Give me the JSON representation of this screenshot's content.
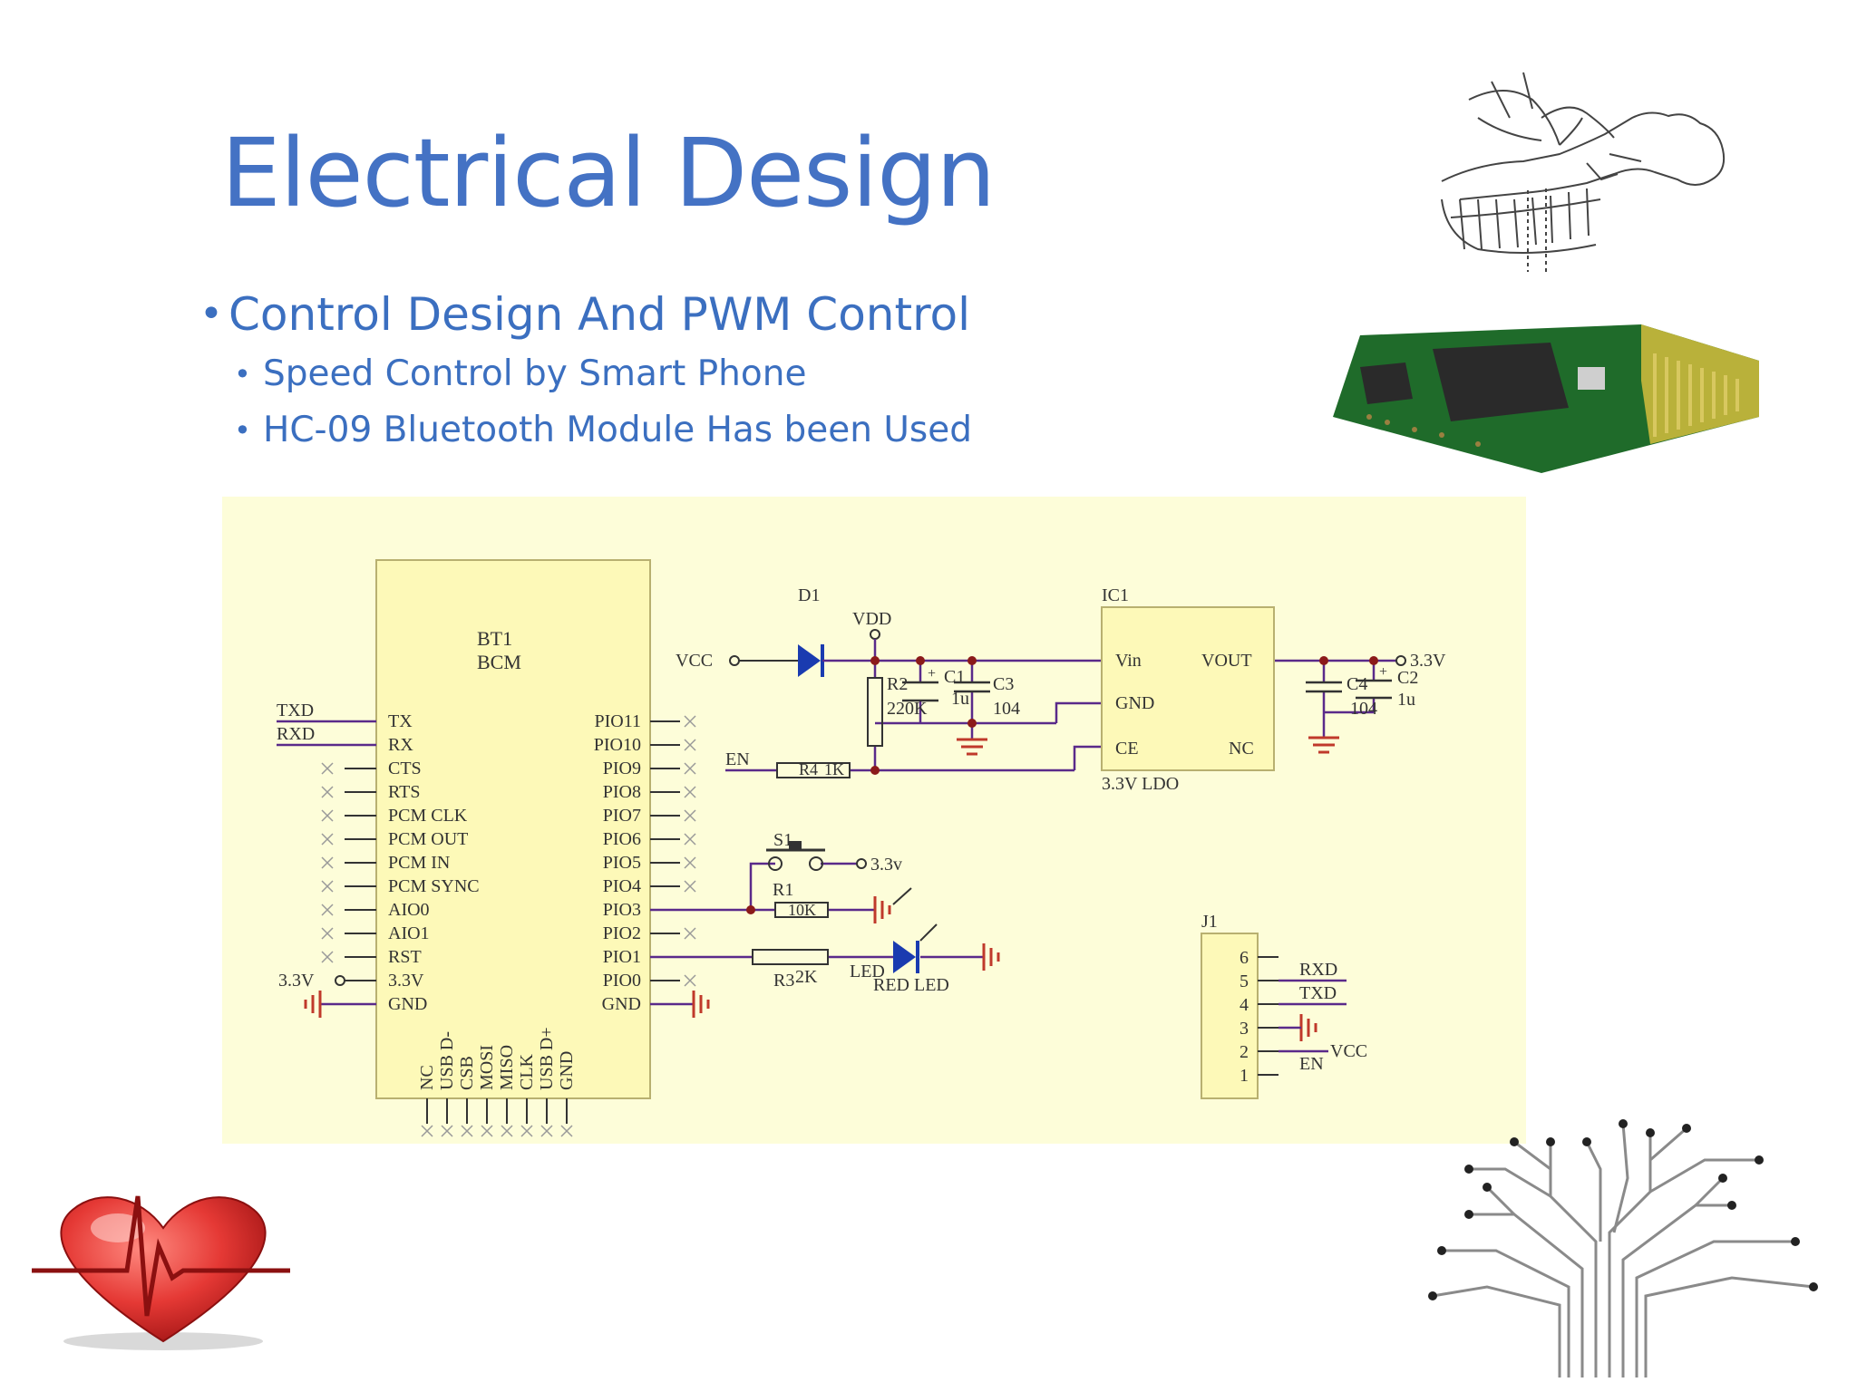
{
  "slide": {
    "title": "Electrical Design",
    "bullets": [
      {
        "text": "Control Design And PWM Control",
        "level": 1
      },
      {
        "text": "Speed Control by Smart Phone",
        "level": 2
      },
      {
        "text": "HC-09 Bluetooth Module Has been Used",
        "level": 2
      }
    ]
  },
  "schematic": {
    "background": "#fdfdd9",
    "wire_color": "#5a2a8a",
    "ground_color": "#c0392b",
    "bt1": {
      "ref": "BT1",
      "name": "BCM",
      "left_pins": [
        "TX",
        "RX",
        "CTS",
        "RTS",
        "PCM CLK",
        "PCM OUT",
        "PCM IN",
        "PCM SYNC",
        "AIO0",
        "AIO1",
        "RST",
        "3.3V",
        "GND"
      ],
      "right_pins": [
        "PIO11",
        "PIO10",
        "PIO9",
        "PIO8",
        "PIO7",
        "PIO6",
        "PIO5",
        "PIO4",
        "PIO3",
        "PIO2",
        "PIO1",
        "PIO0",
        "GND"
      ],
      "bottom_pins": [
        "NC",
        "USB D-",
        "CSB",
        "MOSI",
        "MISO",
        "CLK",
        "USB D+",
        "GND"
      ]
    },
    "nets": {
      "txd": "TXD",
      "rxd": "RXD",
      "v33_left": "3.3V",
      "vcc": "VCC",
      "vdd": "VDD",
      "en": "EN",
      "v33_out": "3.3V",
      "v33_switch": "3.3v"
    },
    "components": {
      "d1": "D1",
      "r2": "R2",
      "r2_val": "220K",
      "c1": "C1",
      "c1_val": "1u",
      "c3": "C3",
      "c3_val": "104",
      "r4": "R4",
      "r4_val": "1K",
      "c4": "C4",
      "c4_val": "104",
      "c2": "C2",
      "c2_val": "1u",
      "s1": "S1",
      "r1": "R1",
      "r1_val": "10K",
      "r3": "R3",
      "r3_val": "2K",
      "led": "LED",
      "led_desc": "RED LED"
    },
    "ic1": {
      "ref": "IC1",
      "vin": "Vin",
      "vout": "VOUT",
      "gnd": "GND",
      "ce": "CE",
      "nc": "NC",
      "label": "3.3V LDO"
    },
    "j1": {
      "ref": "J1",
      "pins": [
        "6",
        "5",
        "4",
        "3",
        "2",
        "1"
      ],
      "rxd": "RXD",
      "txd": "TXD",
      "vcc": "VCC",
      "en": "EN"
    }
  },
  "decorations": {
    "cpr_illustration": "cpr-line-drawing",
    "module_photo": "hc-09-bluetooth-module",
    "heart_icon": "heart-ecg-icon",
    "circuit_tree": "circuit-tree-graphic"
  }
}
